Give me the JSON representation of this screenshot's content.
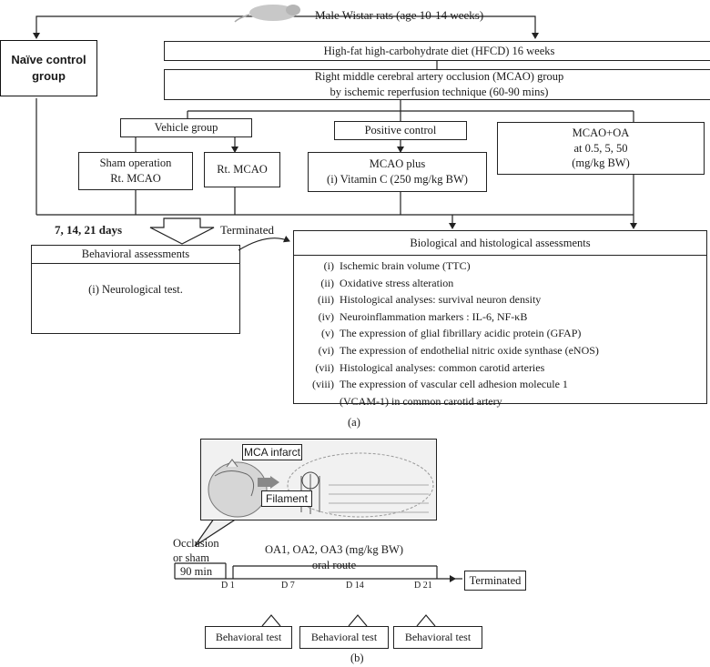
{
  "part_a": {
    "header": "Male Wistar rats (age 10-14 weeks)",
    "naive": "Naïve control\ngroup",
    "hfcd": "High-fat high-carbohydrate diet (HFCD) 16 weeks",
    "mcao_group": "Right middle cerebral artery occlusion (MCAO) group\nby ischemic reperfusion technique (60-90 mins)",
    "vehicle": "Vehicle  group",
    "positive": "Positive control",
    "mcao_oa": "MCAO+OA\nat 0.5, 5, 50\n(mg/kg BW)",
    "sham": "Sham operation\nRt. MCAO",
    "rt_mcao": "Rt. MCAO",
    "mcao_plus": "MCAO plus\n(i) Vitamin C (250 mg/kg BW)",
    "days": "7, 14, 21 days",
    "terminated": "Terminated",
    "behavioral_header": "Behavioral assessments",
    "behavioral_item": "(i) Neurological test.",
    "bio_header": "Biological and histological assessments",
    "bio_items": [
      {
        "num": "(i)",
        "text": "Ischemic brain volume (TTC)"
      },
      {
        "num": "(ii)",
        "text": "Oxidative stress alteration"
      },
      {
        "num": "(iii)",
        "text": "Histological analyses: survival neuron density"
      },
      {
        "num": "(iv)",
        "text": "Neuroinflammation markers : IL-6, NF-κB"
      },
      {
        "num": "(v)",
        "text": "The expression of glial fibrillary acidic protein (GFAP)"
      },
      {
        "num": "(vi)",
        "text": "The expression of endothelial nitric oxide synthase (eNOS)"
      },
      {
        "num": "(vii)",
        "text": "Histological analyses: common carotid arteries"
      },
      {
        "num": "(viii)",
        "text": "The expression of vascular cell adhesion molecule 1"
      },
      {
        "num": "",
        "text": "(VCAM-1) in common carotid artery"
      }
    ],
    "caption": "(a)"
  },
  "part_b": {
    "mca_infarct": "MCA infarct",
    "filament": "Filament",
    "occlusion": "Occlusion\nor sham",
    "min90": "90 min",
    "oa_text": "OA1, OA2, OA3 (mg/kg BW)\noral route",
    "d1": "D 1",
    "d7": "D 7",
    "d14": "D 14",
    "d21": "D 21",
    "terminated": "Terminated",
    "behavioral_test": "Behavioral test",
    "caption": "(b)"
  },
  "colors": {
    "line": "#222222",
    "inset_bg": "#f1f1f1",
    "rat": "#bfbfbf"
  }
}
